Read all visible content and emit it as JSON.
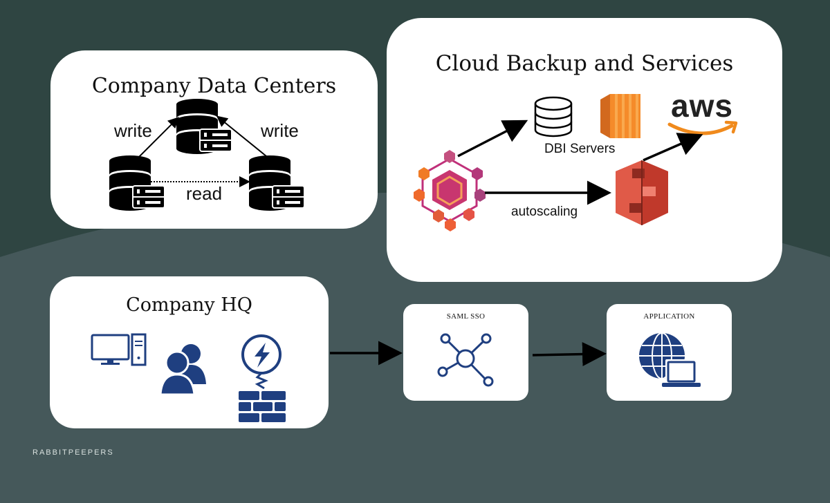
{
  "colors": {
    "background_dark": "#2f4542",
    "background_curve": "#45585a",
    "panel": "#ffffff",
    "icon_navy": "#1f3f80",
    "aws_orange": "#f08a1c",
    "s3_red": "#d9473a",
    "ec2_orange": "#f58b2a",
    "hex_magenta": "#c0307a"
  },
  "data_centers": {
    "title": "Company Data Centers",
    "write_left": "write",
    "write_right": "write",
    "read": "read"
  },
  "cloud": {
    "title": "Cloud Backup and Services",
    "dbi_servers": "DBI Servers",
    "autoscaling": "autoscaling",
    "aws_logo": "aws"
  },
  "hq": {
    "title": "Company HQ"
  },
  "saml": {
    "title": "SAML SSO"
  },
  "application": {
    "title": "APPLICATION"
  },
  "brand": "RABBITPEEPERS",
  "icons": {
    "database": "database-server-icon",
    "cloud_database": "database-icon",
    "ec2": "aws-ec2-icon",
    "s3": "aws-s3-bucket-icon",
    "hex_service": "hexagon-network-icon",
    "computer": "desktop-computer-icon",
    "users": "users-icon",
    "firewall": "firewall-icon",
    "network": "network-nodes-icon",
    "globe_laptop": "globe-laptop-icon"
  }
}
